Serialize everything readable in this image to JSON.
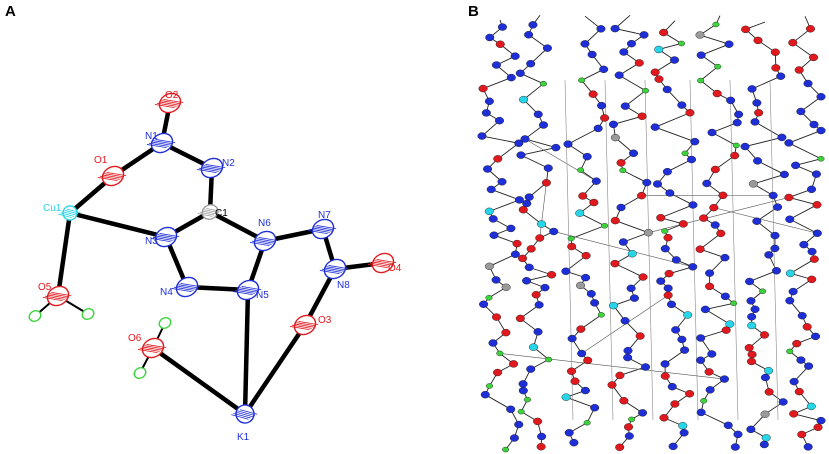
{
  "panels": {
    "a": {
      "label": "A"
    },
    "b": {
      "label": "B"
    }
  },
  "colors": {
    "cu": "#28d4e8",
    "n": "#1f2fd8",
    "o": "#e0191e",
    "c": "#9a9a9a",
    "k": "#1f2fd8",
    "h": "#3bd43b",
    "bond": "#000000",
    "label_n": "#1f2fd8",
    "label_o": "#e0191e",
    "label_cu": "#28d4e8",
    "label_c": "#000000"
  },
  "atoms": {
    "o2": "O2",
    "n1": "N1",
    "o1": "O1",
    "n2": "N2",
    "cu1": "Cu1",
    "c1": "C1",
    "n6": "N6",
    "n7": "N7",
    "n3": "N3",
    "o4": "O4",
    "o5": "O5",
    "n4": "N4",
    "n5": "N5",
    "n8": "N8",
    "o3": "O3",
    "o6": "O6",
    "k1": "K1"
  }
}
